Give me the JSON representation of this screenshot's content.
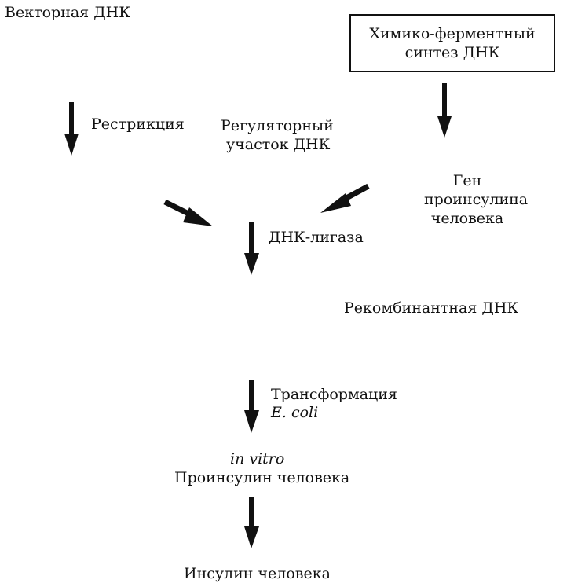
{
  "nodes": {
    "vector_dna": "Векторная ДНК",
    "chem_synthesis": [
      "Химико-ферментный",
      "синтез ДНК"
    ],
    "restriction": "Рестрикция",
    "regulatory": [
      "Регуляторный",
      "участок ДНК"
    ],
    "gene": [
      "Ген",
      "проинсулина",
      "человека"
    ],
    "ligase": "ДНК-лигаза",
    "recombinant": "Рекомбинантная ДНК",
    "transformation": "Трансформация",
    "ecoli": "E. coli",
    "in_vitro": "in vitro",
    "proinsulin": "Проинсулин человека",
    "insulin": "Инсулин человека"
  },
  "colors": {
    "arrow": "#111111",
    "box_border": "#111111",
    "text": "#111111"
  }
}
